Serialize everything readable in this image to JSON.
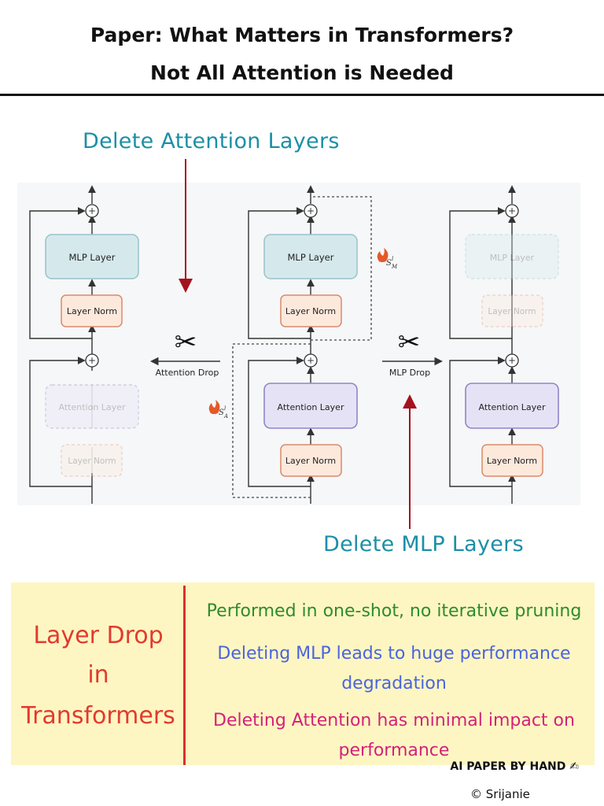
{
  "header": {
    "title_line1": "Paper: What Matters in Transformers?",
    "title_line2": "Not All Attention is Needed"
  },
  "callouts": {
    "delete_attention": "Delete Attention Layers",
    "delete_mlp": "Delete MLP Layers"
  },
  "diagram": {
    "mlp_layer": "MLP Layer",
    "layer_norm": "Layer Norm",
    "attention_layer": "Attention Layer",
    "attention_drop": "Attention Drop",
    "mlp_drop": "MLP Drop",
    "score_mlp": "S",
    "score_mlp_sub": "M",
    "score_attn": "S",
    "score_attn_sub": "A",
    "score_sup": "l",
    "scissors_icon": "scissors-icon",
    "fire_icon": "fire-icon"
  },
  "summary": {
    "heading_line1": "Layer Drop",
    "heading_line2": "in",
    "heading_line3": "Transformers",
    "point1": "Performed in one-shot, no iterative pruning",
    "point2_line1": "Deleting MLP leads to huge performance",
    "point2_line2": "degradation",
    "point3_line1": "Deleting Attention has minimal impact on",
    "point3_line2": "performance"
  },
  "footer": {
    "brand": "AI PAPER BY HAND",
    "brand_icon": "writing-hand-icon",
    "credit": "© Srijanie"
  },
  "colors": {
    "callout": "#1c8fa6",
    "arrow": "#a4121f",
    "mlp_fill": "#d5e9ec",
    "norm_fill": "#fde9dc",
    "attn_fill": "#e6e2f6",
    "summary_bg": "#fdf6c2",
    "heading": "#e23a30",
    "point1": "#2e8b2e",
    "point2": "#4a63e0",
    "point3": "#d4217a"
  }
}
